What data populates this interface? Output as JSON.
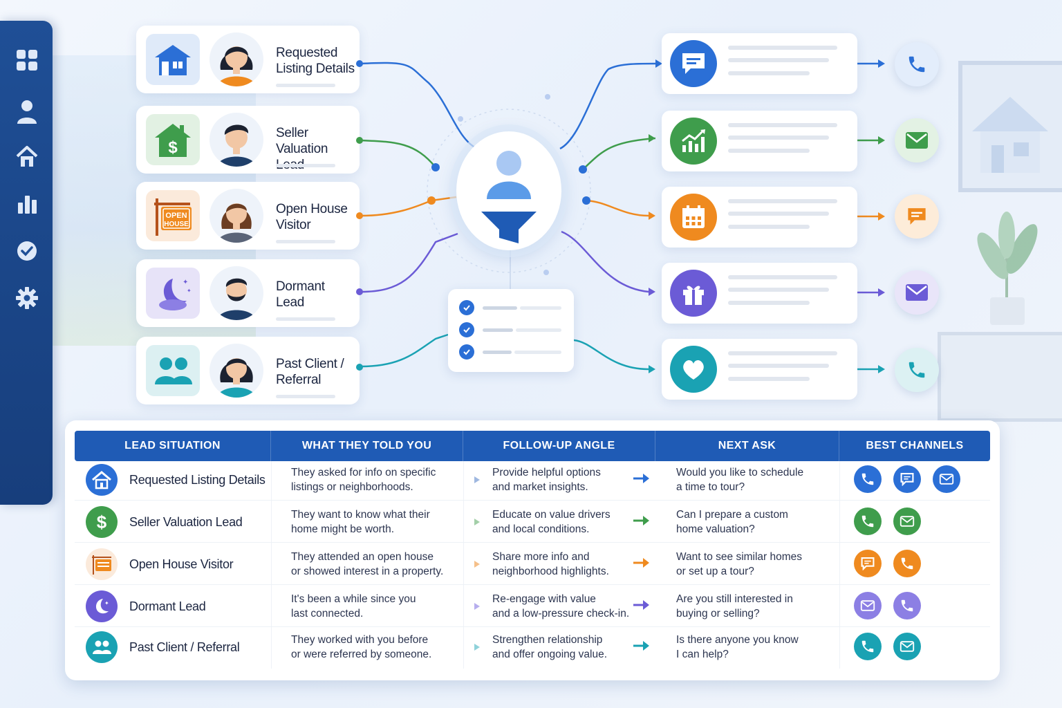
{
  "leads": [
    {
      "title": "Requested\nListing Details",
      "tile_icon": "house-icon",
      "color": "#2b6fd6",
      "tile_bg": "#dfeaf9"
    },
    {
      "title": "Seller\nValuation Lead",
      "tile_icon": "house-dollar-icon",
      "color": "#3f9d4c",
      "tile_bg": "#e2f1e3"
    },
    {
      "title": "Open House\nVisitor",
      "tile_icon": "open-house-sign-icon",
      "color": "#ef8a1f",
      "tile_bg": "#fbeadb",
      "sign_text_1": "OPEN",
      "sign_text_2": "HOUSE"
    },
    {
      "title": "Dormant\nLead",
      "tile_icon": "moon-icon",
      "color": "#6b5bd6",
      "tile_bg": "#e7e3f8"
    },
    {
      "title": "Past Client /\nReferral",
      "tile_icon": "people-icon",
      "color": "#1aa2b3",
      "tile_bg": "#dcf0f2"
    }
  ],
  "messages": [
    {
      "icon": "chat-icon",
      "color": "#2b6fd6",
      "channel_icon": "phone-icon",
      "channel_color": "#2b6fd6",
      "channel_bg": "#e3edfb"
    },
    {
      "icon": "chart-growth-icon",
      "color": "#3f9d4c",
      "channel_icon": "mail-icon",
      "channel_color": "#3f9d4c",
      "channel_bg": "#e3f2e4"
    },
    {
      "icon": "calendar-icon",
      "color": "#ef8a1f",
      "channel_icon": "chat-icon",
      "channel_color": "#ef8a1f",
      "channel_bg": "#fdecd9"
    },
    {
      "icon": "gift-icon",
      "color": "#6b5bd6",
      "channel_icon": "mail-icon",
      "channel_color": "#6b5bd6",
      "channel_bg": "#e9e5f9"
    },
    {
      "icon": "heart-icon",
      "color": "#1aa2b3",
      "channel_icon": "phone-icon",
      "channel_color": "#1aa2b3",
      "channel_bg": "#dcf1f3"
    }
  ],
  "table": {
    "headers": [
      "LEAD  SITUATION",
      "WHAT THEY TOLD YOU",
      "FOLLOW-UP ANGLE",
      "NEXT ASK",
      "BEST CHANNELS"
    ],
    "rows": [
      {
        "name": "Requested Listing Details",
        "icon": "house-icon",
        "color": "#2b6fd6",
        "told": [
          "They asked for info on specific",
          "listings or neighborhoods."
        ],
        "angle": [
          "Provide helpful options",
          "and market insights."
        ],
        "ask": [
          "Would you like to schedule",
          "a time to tour?"
        ],
        "channels": [
          {
            "icon": "phone-icon",
            "color": "#2b6fd6"
          },
          {
            "icon": "chat-icon",
            "color": "#2b6fd6"
          },
          {
            "icon": "mail-icon",
            "color": "#2b6fd6"
          }
        ]
      },
      {
        "name": "Seller Valuation Lead",
        "icon": "dollar-icon",
        "color": "#3f9d4c",
        "told": [
          "They want to know what their",
          "home might be worth."
        ],
        "angle": [
          "Educate on value drivers",
          "and local conditions."
        ],
        "ask": [
          "Can I prepare a custom",
          "home valuation?"
        ],
        "channels": [
          {
            "icon": "phone-icon",
            "color": "#3f9d4c"
          },
          {
            "icon": "mail-icon",
            "color": "#3f9d4c"
          }
        ]
      },
      {
        "name": "Open House Visitor",
        "icon": "open-house-sign-icon",
        "color": "#ef8a1f",
        "told": [
          "They attended an open house",
          "or showed interest in a property."
        ],
        "angle": [
          "Share more info and",
          "neighborhood highlights."
        ],
        "ask": [
          "Want to see similar homes",
          "or set up a tour?"
        ],
        "channels": [
          {
            "icon": "chat-icon",
            "color": "#ef8a1f"
          },
          {
            "icon": "phone-icon",
            "color": "#ef8a1f"
          }
        ]
      },
      {
        "name": "Dormant Lead",
        "icon": "moon-icon",
        "color": "#6b5bd6",
        "told": [
          "It's been a while since you",
          "last connected."
        ],
        "angle": [
          "Re-engage with value",
          "and a low-pressure check-in."
        ],
        "ask": [
          "Are you still interested in",
          "buying or selling?"
        ],
        "channels": [
          {
            "icon": "mail-icon",
            "color": "#6b5bd6"
          },
          {
            "icon": "phone-icon",
            "color": "#6b5bd6"
          }
        ]
      },
      {
        "name": "Past Client / Referral",
        "icon": "people-icon",
        "color": "#1aa2b3",
        "told": [
          "They worked with you before",
          "or were referred by someone."
        ],
        "angle": [
          "Strengthen relationship",
          "and offer ongoing value."
        ],
        "ask": [
          "Is there anyone you know",
          "I can help?"
        ],
        "channels": [
          {
            "icon": "phone-icon",
            "color": "#1aa2b3"
          },
          {
            "icon": "mail-icon",
            "color": "#1aa2b3"
          }
        ]
      }
    ]
  },
  "sidebar": {
    "items": [
      "dashboard-grid-icon",
      "user-icon",
      "home-icon",
      "bar-chart-icon",
      "check-circle-icon",
      "gear-icon"
    ]
  },
  "hub_icon": "user-funnel-icon",
  "colors": {
    "primary": "#1f5bb5",
    "sidebar": "#1f4f96"
  }
}
